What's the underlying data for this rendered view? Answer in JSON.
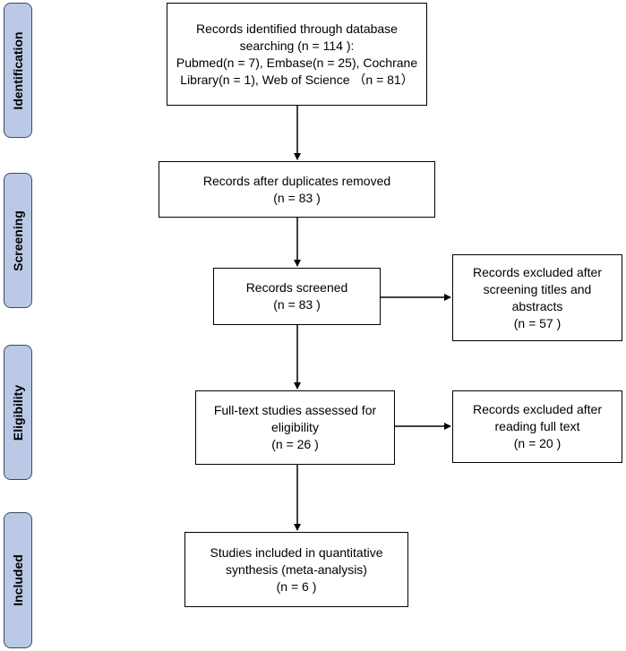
{
  "phases": {
    "identification": "Identification",
    "screening": "Screening",
    "eligibility": "Eligibility",
    "included": "Included"
  },
  "boxes": {
    "identified": {
      "lines": [
        "Records identified through database",
        "searching (n = 114 ):",
        "Pubmed(n = 7), Embase(n = 25), Cochrane",
        "Library(n = 1), Web of Science （n = 81）"
      ]
    },
    "duplicates_removed": {
      "lines": [
        "Records after duplicates removed",
        "(n = 83 )"
      ]
    },
    "screened": {
      "lines": [
        "Records screened",
        "(n = 83 )"
      ]
    },
    "excluded_screening": {
      "lines": [
        "Records excluded after",
        "screening titles and",
        "abstracts",
        "(n = 57 )"
      ]
    },
    "full_text": {
      "lines": [
        "Full-text studies assessed for",
        "eligibility",
        "(n = 26 )"
      ]
    },
    "excluded_full_text": {
      "lines": [
        "Records excluded after",
        "reading full text",
        "(n = 20 )"
      ]
    },
    "included": {
      "lines": [
        "Studies included in quantitative",
        "synthesis (meta-analysis)",
        "(n = 6 )"
      ]
    }
  }
}
